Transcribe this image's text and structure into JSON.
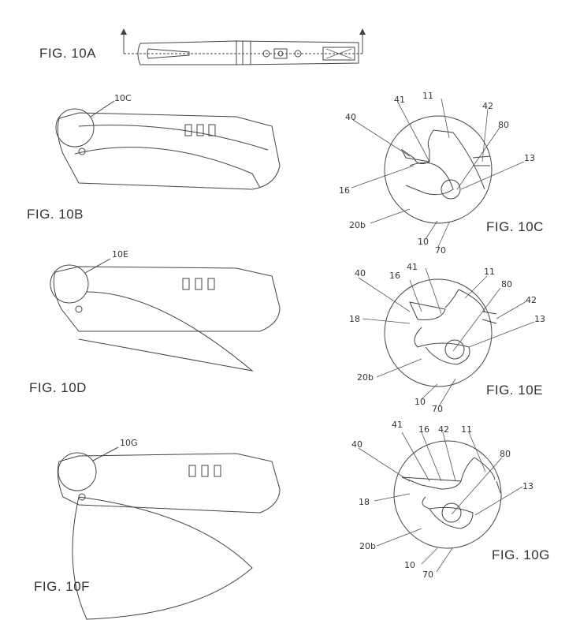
{
  "figures": {
    "a": {
      "label": "FIG. 10A"
    },
    "b": {
      "label": "FIG. 10B",
      "callout": "10C"
    },
    "c": {
      "label": "FIG. 10C",
      "refs": [
        "40",
        "41",
        "11",
        "42",
        "80",
        "13",
        "16",
        "20b",
        "10",
        "70"
      ]
    },
    "d": {
      "label": "FIG. 10D",
      "callout": "10E"
    },
    "e": {
      "label": "FIG. 10E",
      "refs": [
        "40",
        "41",
        "16",
        "11",
        "80",
        "42",
        "13",
        "18",
        "20b",
        "10",
        "70"
      ]
    },
    "f": {
      "label": "FIG. 10F",
      "callout": "10G"
    },
    "g": {
      "label": "FIG. 10G",
      "refs": [
        "41",
        "16",
        "42",
        "11",
        "40",
        "80",
        "13",
        "18",
        "20b",
        "10",
        "70"
      ]
    }
  }
}
